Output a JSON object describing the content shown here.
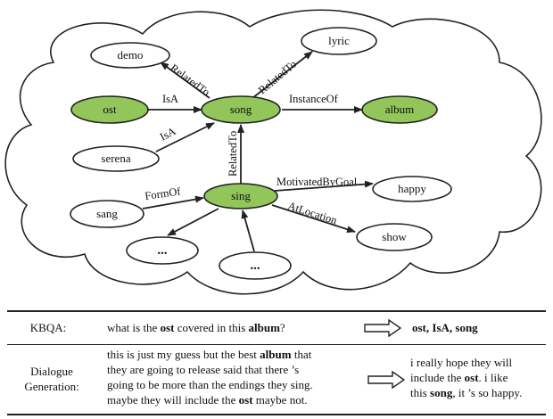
{
  "nodes": {
    "demo": "demo",
    "lyric": "lyric",
    "ost": "ost",
    "song": "song",
    "album": "album",
    "serena": "serena",
    "sing": "sing",
    "happy": "happy",
    "sang": "sang",
    "show": "show",
    "ellipsis_left": "...",
    "ellipsis_bottom": "..."
  },
  "edges": {
    "related_to_demo": "RelatedTo",
    "related_to_lyric": "RelatedTo",
    "isa_ost": "IsA",
    "instance_of": "InstanceOf",
    "isa_serena": "IsA",
    "related_to_sing": "RelatedTo",
    "form_of": "FormOf",
    "motivated_by_goal": "MotivatedByGoal",
    "at_location": "AtLocation"
  },
  "colors": {
    "highlight_node": "#92c55a",
    "plain_node": "#ffffff",
    "stroke": "#222222"
  },
  "table": {
    "kbqa": {
      "label": "KBQA:",
      "question_pre": "what is the ",
      "question_b1": "ost",
      "question_mid": " covered in this ",
      "question_b2": "album",
      "question_post": "?",
      "answer": "ost, IsA, song"
    },
    "dialogue": {
      "label_line1": "Dialogue",
      "label_line2": "Generation:",
      "post_l1_pre": "this is just my guess but the best ",
      "post_l1_b": "album",
      "post_l1_post": " that",
      "post_l2": "they are going to release said that there ’s",
      "post_l3": "going to be more than the endings they sing.",
      "post_l4_pre": "maybe they will include the ",
      "post_l4_b": "ost",
      "post_l4_post": " maybe not.",
      "resp_l1": "i really hope they will",
      "resp_l2_pre": "include the ",
      "resp_l2_b": "ost",
      "resp_l2_post": ". i like",
      "resp_l3_pre": "this ",
      "resp_l3_b": "song",
      "resp_l3_post": ", it ’s so happy."
    }
  }
}
